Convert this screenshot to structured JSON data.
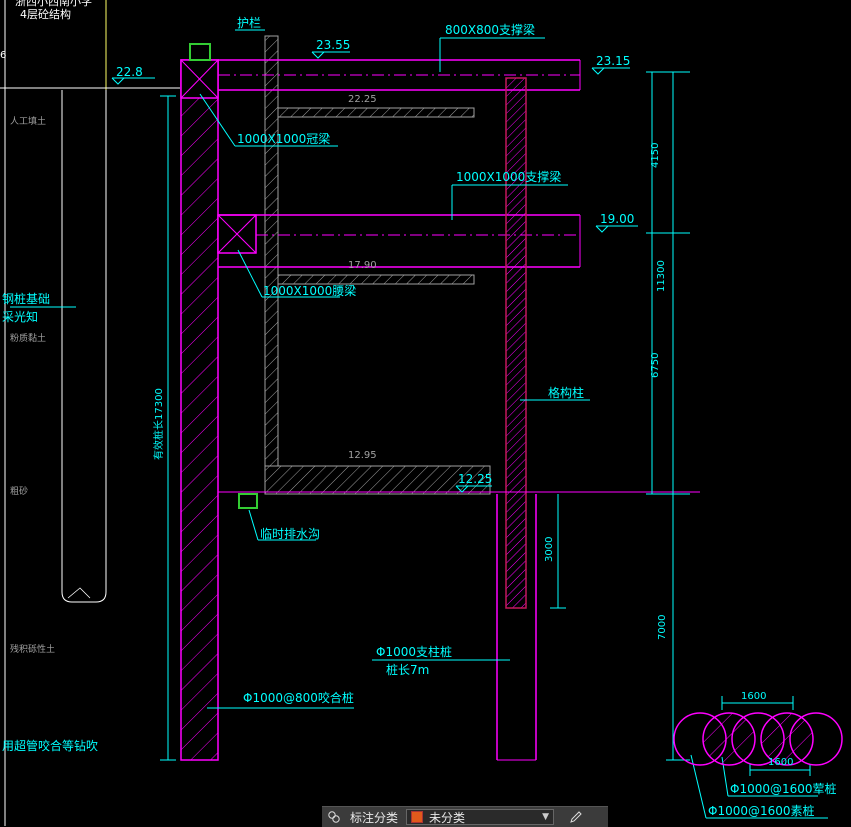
{
  "drawing": {
    "top_labels": [
      "浙西小西南小学",
      "4层砼结构"
    ],
    "guardrail": "护栏",
    "strut_800": "800X800支撑梁",
    "elev_2355": "23.55",
    "elev_2315": "23.15",
    "elev_228": "22.8",
    "elev_2225": "22.25",
    "crown_beam": "1000X1000冠梁",
    "strut_1000": "1000X1000支撑梁",
    "elev_1900": "19.00",
    "elev_1790": "17.90",
    "waist_beam": "1000X1000腰梁",
    "lattice_column": "格构柱",
    "elev_1295": "12.95",
    "elev_1225": "12.25",
    "drain": "临时排水沟",
    "support_pile": "Φ1000支柱桩",
    "pile_length": "桩长7m",
    "secant_pile": "Φ1000@800咬合桩",
    "pile_total": "有效桩长17300",
    "dim_4150": "4150",
    "dim_11300": "11300",
    "dim_6750": "6750",
    "dim_7000": "7000",
    "dim_3000": "3000",
    "dim_1600a": "1600",
    "dim_1600b": "1600",
    "legend_1": "Φ1000@1600荤桩",
    "legend_2": "Φ1000@1600素桩",
    "soil_1": "人工填土",
    "soil_2": "粉质黏土",
    "soil_3": "粗砂",
    "soil_4": "残积砾性土",
    "left_note_1": "钢桩基础",
    "left_note_2": "采光知",
    "left_note_3": "用超管咬合等钻吹",
    "left_edge": "6"
  },
  "toolbar": {
    "category_label": "标注分类",
    "category_value": "未分类"
  },
  "colors": {
    "magenta": "#ff00ff",
    "cyan": "#00ffff",
    "grey": "#a0a0a0",
    "green": "#33cc33",
    "crimson": "#c2185b",
    "yellow": "#ffff66"
  }
}
